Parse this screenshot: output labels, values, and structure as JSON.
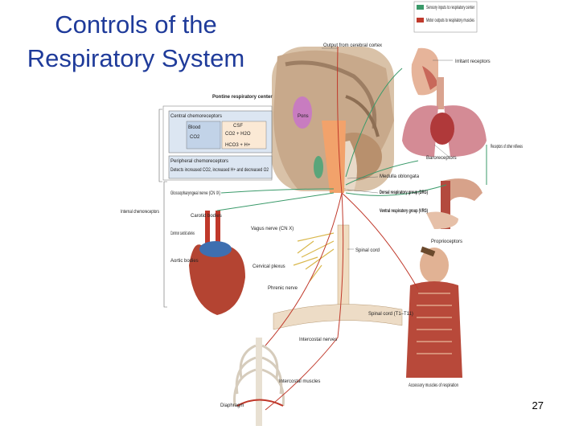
{
  "slide": {
    "title_line1": "Controls of the",
    "title_line2": "Respiratory System",
    "page_number": "27"
  },
  "legend": {
    "sensory": "Sensory inputs to respiratory center",
    "motor": "Motor outputs to respiratory muscles",
    "sensory_color": "#3a9a6a",
    "motor_color": "#c0392b"
  },
  "labels": {
    "output_cortex": "Output from cerebral cortex",
    "irritant": "Irritant receptors",
    "pontine": "Pontine respiratory center",
    "pons": "Pons",
    "central_chemo": "Central chemoreceptors",
    "blood": "Blood",
    "co2": "CO2",
    "csf": "CSF",
    "eq1": "CO2 + H2O",
    "eq2": "HCO3 + H+",
    "baroreceptors": "Baroreceptors",
    "receptor_other": "Receptors of other reflexes",
    "peripheral_chemo": "Peripheral chemoreceptors",
    "peripheral_desc": "Detects increased CO2, increased H+ and decreased O2",
    "medulla": "Medulla oblongata",
    "drg": "Dorsal respiratory group (DRG)",
    "vrg": "Ventral respiratory group (VRG)",
    "glosso": "Glossopharyngeal nerve (CN IX)",
    "carotid": "Carotid bodies",
    "internal": "Internal chemoreceptors",
    "vagus": "Vagus nerve (CN X)",
    "proprio": "Proprioceptors",
    "common_carotid": "Common carotid arteries",
    "spinal_cord": "Spinal cord",
    "cervical": "Cervical plexus",
    "aortic": "Aortic bodies",
    "phrenic": "Phrenic nerve",
    "spinal_t": "Spinal cord (T1–T11)",
    "intercostal_nerves": "Intercostal nerves",
    "intercostal_muscles": "Intercostal muscles",
    "accessory": "Accessory muscles of respiration",
    "diaphragm": "Diaphragm"
  }
}
